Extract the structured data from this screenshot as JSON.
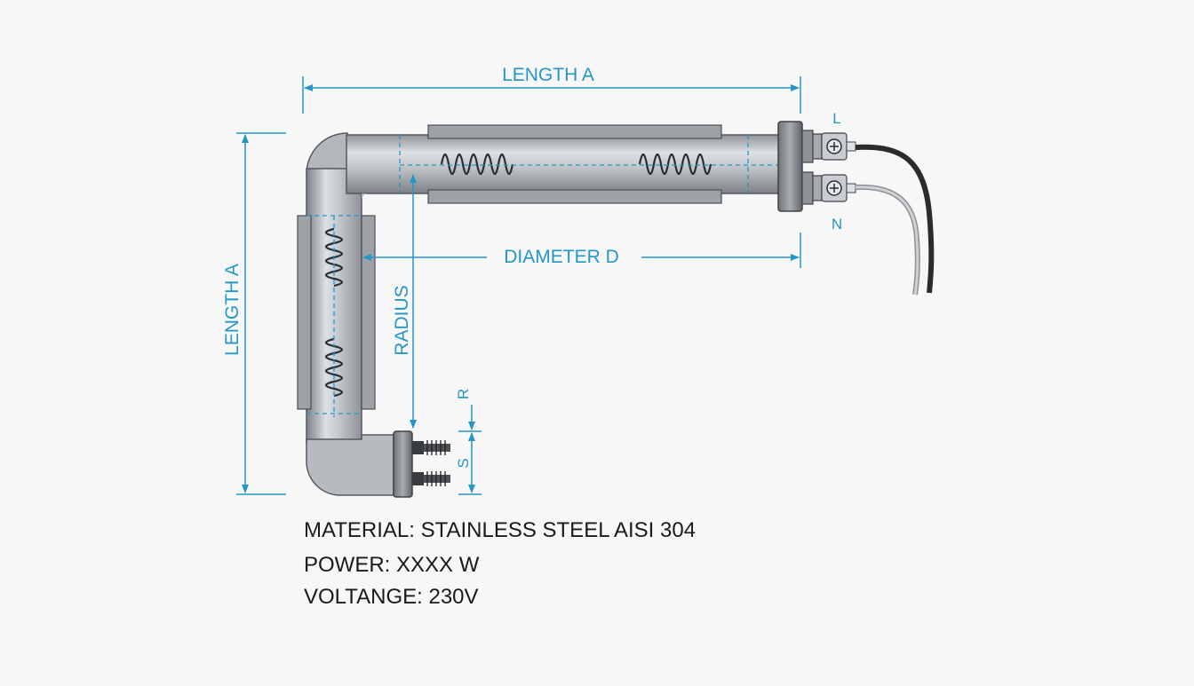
{
  "labels": {
    "length_top": "LENGTH A",
    "length_side": "LENGTH A",
    "diameter": "DIAMETER D",
    "radius": "RADIUS",
    "terminal_r": "R",
    "terminal_s": "S",
    "wire_l": "L",
    "wire_n": "N"
  },
  "specs": {
    "material": "MATERIAL: STAINLESS STEEL AISI 304",
    "power": "POWER: XXXX W",
    "voltage": "VOLTANGE: 230V"
  },
  "colors": {
    "dimension": "#2496c8",
    "tube": "#b9bdc2",
    "text": "#1a1a1a"
  }
}
